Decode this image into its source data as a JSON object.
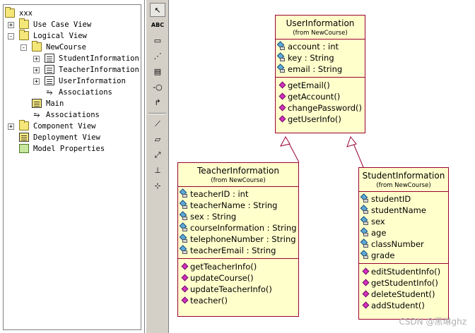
{
  "browser": {
    "root": "xxx",
    "items": [
      {
        "label": "Use Case View",
        "expander": "+"
      },
      {
        "label": "Logical View",
        "expander": "-"
      },
      {
        "label": "NewCourse",
        "expander": "-"
      },
      {
        "label": "StudentInformation",
        "expander": "+"
      },
      {
        "label": "TeacherInformation",
        "expander": "+"
      },
      {
        "label": "UserInformation",
        "expander": "+"
      },
      {
        "label": "Associations",
        "expander": ""
      },
      {
        "label": "Main",
        "expander": ""
      },
      {
        "label": "Associations",
        "expander": ""
      },
      {
        "label": "Component View",
        "expander": "+"
      },
      {
        "label": "Deployment View",
        "expander": ""
      },
      {
        "label": "Model Properties",
        "expander": ""
      }
    ]
  },
  "toolbar": {
    "text_tool": "ABC"
  },
  "classes": {
    "user": {
      "name": "UserInformation",
      "from": "(from NewCourse)",
      "attributes": [
        "account : int",
        "key : String",
        "email : String"
      ],
      "operations": [
        "getEmail()",
        "getAccount()",
        "changePassword()",
        "getUserInfo()"
      ]
    },
    "teacher": {
      "name": "TeacherInformation",
      "from": "(from NewCourse)",
      "attributes": [
        "teacherID : int",
        "teacherName : String",
        "sex : String",
        "courseInformation : String",
        "telephoneNumber : String",
        "teacherEmail : String"
      ],
      "operations": [
        "getTeacherInfo()",
        "updateCourse()",
        "updateTeacherInfo()",
        "teacher()"
      ]
    },
    "student": {
      "name": "StudentInformation",
      "from": "(from NewCourse)",
      "attributes": [
        "studentID",
        "studentName",
        "sex",
        "age",
        "classNumber",
        "grade"
      ],
      "operations": [
        "editStudentInfo()",
        "getStudentInfo()",
        "deleteStudent()",
        "addStudent()"
      ]
    }
  },
  "watermark": "CSDN @黑琳ghz",
  "colors": {
    "class_fill": "#ffffcc",
    "class_border": "#990033",
    "operation_icon": "#d62fc1",
    "attribute_icon": "#5da9d6",
    "folder": "#f5e67a"
  }
}
